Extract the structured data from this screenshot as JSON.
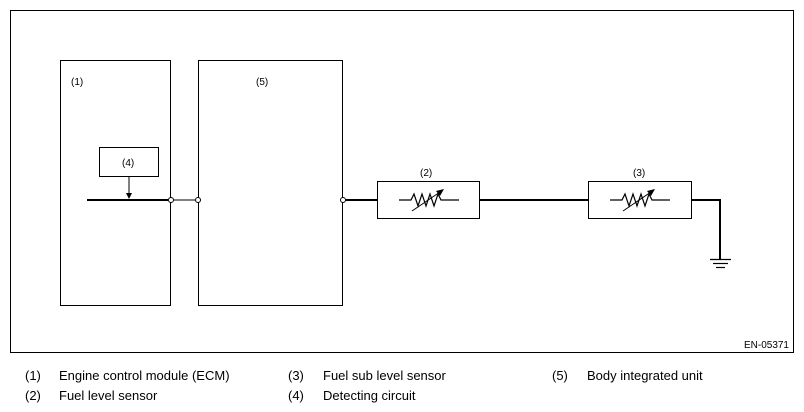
{
  "diagram": {
    "figure_code": "EN-05371",
    "labels": {
      "ecm": "(1)",
      "fuel_level_sensor": "(2)",
      "fuel_sub_level_sensor": "(3)",
      "detecting_circuit": "(4)",
      "body_integrated_unit": "(5)"
    }
  },
  "legend": [
    {
      "num": "(1)",
      "text": "Engine control module (ECM)"
    },
    {
      "num": "(2)",
      "text": "Fuel level sensor"
    },
    {
      "num": "(3)",
      "text": "Fuel sub level sensor"
    },
    {
      "num": "(4)",
      "text": "Detecting circuit"
    },
    {
      "num": "(5)",
      "text": "Body integrated unit"
    }
  ]
}
